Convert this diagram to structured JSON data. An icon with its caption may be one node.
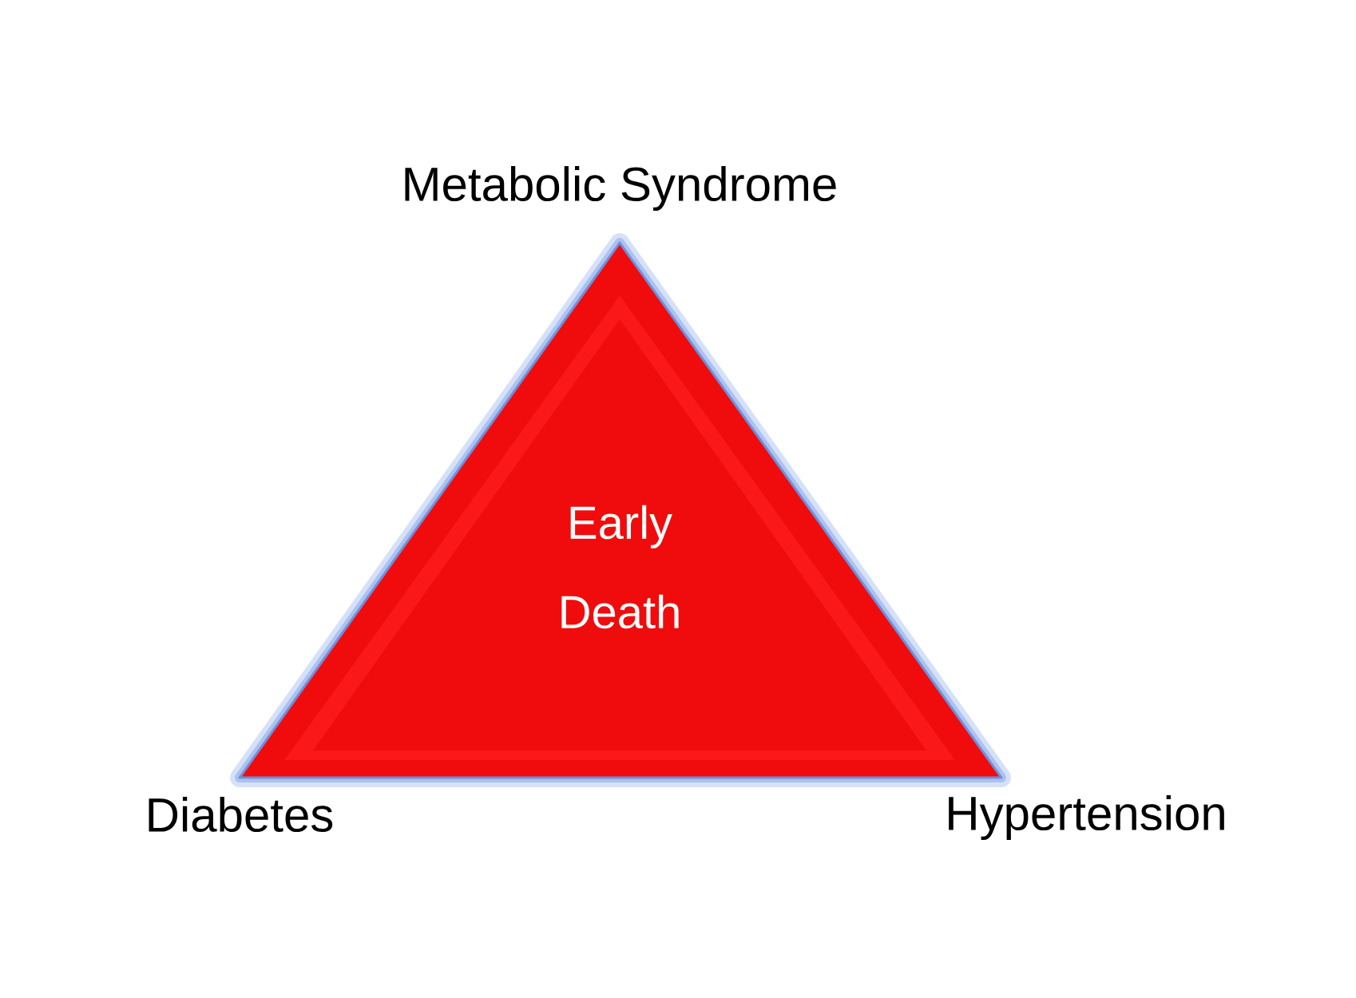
{
  "diagram": {
    "nodes": [
      {
        "text": [
          "Early Death"
        ]
      }
    ],
    "labels": [
      "Metabolic Syndrome",
      "Diabetes",
      "Hypertension"
    ]
  }
}
